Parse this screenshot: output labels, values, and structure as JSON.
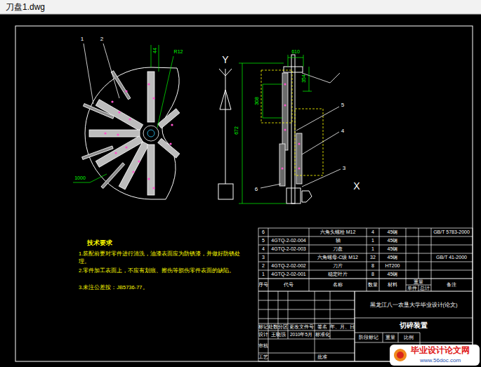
{
  "diagram": {
    "title": "刀盘1.dwg",
    "labels": [
      "1",
      "2",
      "44",
      "R12",
      "1000",
      "Y",
      "X",
      "610",
      "308",
      "354",
      "672",
      "5",
      "4",
      "3",
      "6",
      "技术要求",
      "1.装配前要对零件进行清洗，油漆表面应为防锈漆，并做好防锈处理。",
      "2.零件加工表面上，不应有划痕、擦伤等损伤零件表面的缺陷。",
      "3.未注公差按：JB5736-77。",
      "6",
      "六角头螺栓 M12",
      "4",
      "45钢",
      "GB/T 5783-2000",
      "5",
      "4GTQ-2-02-004",
      "轴",
      "1",
      "45钢",
      "4",
      "4GTQ-2-02-003",
      "刀盘",
      "1",
      "45钢",
      "3",
      "六角螺母-C级 M12",
      "32",
      "45钢",
      "GB/T 41-2000",
      "2",
      "4GTQ-2-02-002",
      "刀片",
      "8",
      "HT200",
      "1",
      "4GTQ-2-02-001",
      "稳定叶片",
      "8",
      "45钢",
      "序号",
      "代号",
      "名称",
      "数量",
      "材料",
      "重量",
      "单件",
      "总计",
      "备注",
      "黑龙江八一农垦大学毕业设计(论文)",
      "切碎装置",
      "标记",
      "处数",
      "分区",
      "更改文件号",
      "签名",
      "年、月、日",
      "设计",
      "王晓强",
      "2010年5月",
      "标准化",
      "阶段标记",
      "重量",
      "比例",
      "审核",
      "工艺",
      "批准",
      "毕业设计论文网",
      "www.56doc.com"
    ]
  }
}
